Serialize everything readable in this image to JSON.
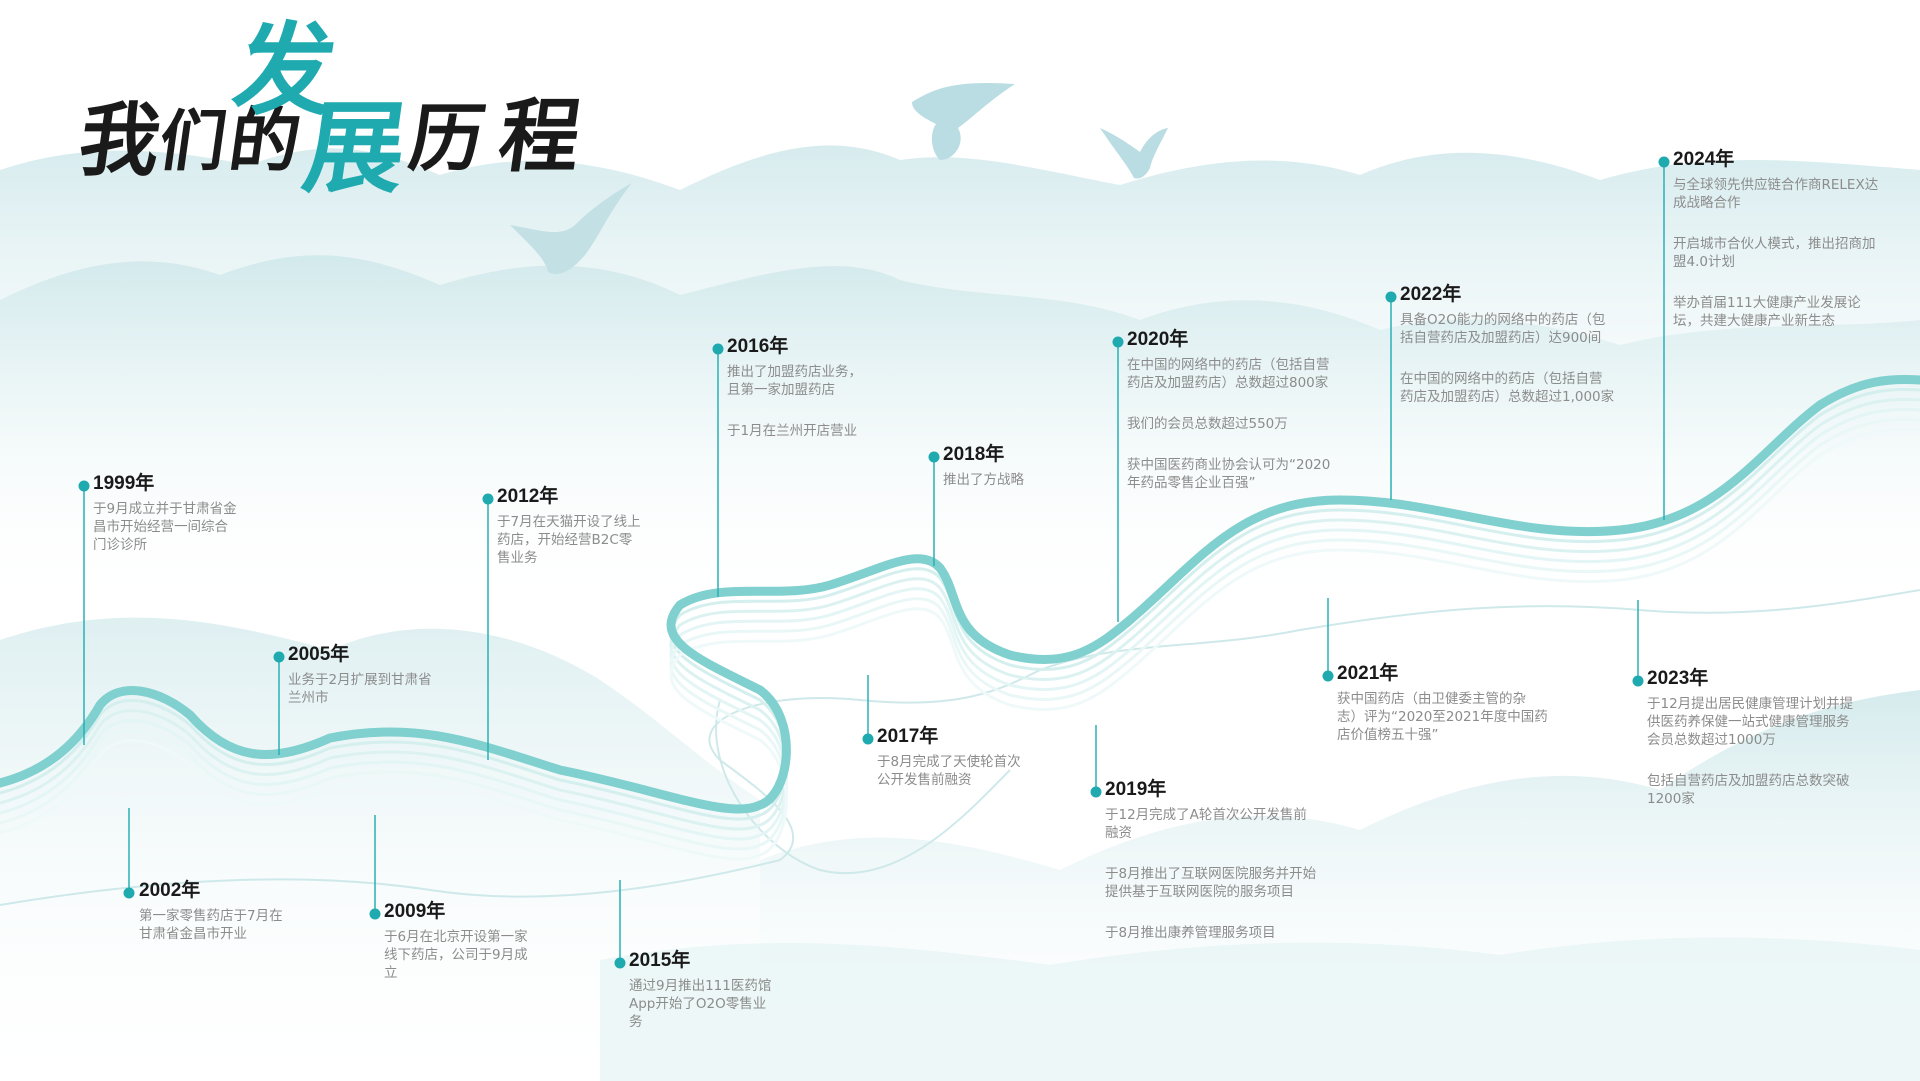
{
  "title": {
    "chars": [
      "我",
      "们",
      "的",
      "发",
      "展",
      "历",
      "程"
    ],
    "accent_color": "#1faab0",
    "text_color": "#1a1a1a"
  },
  "colors": {
    "ribbon": "#7fd0ce",
    "ribbon_light": "#c6ebea",
    "marker": "#1faab0",
    "mountain": "#dbeef0",
    "bird": "#b7dde3"
  },
  "timeline": [
    {
      "year": "1999年",
      "lines": [
        "于9月成立并于甘肃省金",
        "昌市开始经营一间综合",
        "门诊诊所"
      ]
    },
    {
      "year": "2002年",
      "lines": [
        "第一家零售药店于7月在",
        "甘肃省金昌市开业"
      ]
    },
    {
      "year": "2005年",
      "lines": [
        "业务于2月扩展到甘肃省",
        "兰州市"
      ]
    },
    {
      "year": "2009年",
      "lines": [
        "于6月在北京开设第一家",
        "线下药店，公司于9月成",
        "立"
      ]
    },
    {
      "year": "2012年",
      "lines": [
        "于7月在天猫开设了线上",
        "药店，开始经营B2C零",
        "售业务"
      ]
    },
    {
      "year": "2015年",
      "lines": [
        "通过9月推出111医药馆",
        "App开始了O2O零售业",
        "务"
      ]
    },
    {
      "year": "2016年",
      "lines": [
        "推出了加盟药店业务，",
        "且第一家加盟药店",
        "",
        "于1月在兰州开店营业"
      ]
    },
    {
      "year": "2017年",
      "lines": [
        "于8月完成了天使轮首次",
        "公开发售前融资"
      ]
    },
    {
      "year": "2018年",
      "lines": [
        "推出了方战略"
      ]
    },
    {
      "year": "2019年",
      "lines": [
        "于12月完成了A轮首次公开发售前",
        "融资",
        "",
        "于8月推出了互联网医院服务并开始",
        "提供基于互联网医院的服务项目",
        "",
        "于8月推出康养管理服务项目"
      ]
    },
    {
      "year": "2020年",
      "lines": [
        "在中国的网络中的药店（包括自营",
        "药店及加盟药店）总数超过800家",
        "",
        "我们的会员总数超过550万",
        "",
        "获中国医药商业协会认可为“2020",
        "年药品零售企业百强”"
      ]
    },
    {
      "year": "2021年",
      "lines": [
        "获中国药店（由卫健委主管的杂",
        "志）评为“2020至2021年度中国药",
        "店价值榜五十强”"
      ]
    },
    {
      "year": "2022年",
      "lines": [
        "具备O2O能力的网络中的药店（包",
        "括自营药店及加盟药店）达900间",
        "",
        "在中国的网络中的药店（包括自营",
        "药店及加盟药店）总数超过1,000家"
      ]
    },
    {
      "year": "2023年",
      "lines": [
        "于12月提出居民健康管理计划并提",
        "供医药养保健一站式健康管理服务",
        "会员总数超过1000万",
        "",
        "包括自营药店及加盟药店总数突破",
        "1200家"
      ]
    },
    {
      "year": "2024年",
      "lines": [
        "与全球领先供应链合作商RELEX达",
        "成战略合作",
        "",
        "开启城市合伙人模式，推出招商加",
        "盟4.0计划",
        "",
        "举办首届111大健康产业发展论",
        "坛，共建大健康产业新生态"
      ]
    }
  ]
}
